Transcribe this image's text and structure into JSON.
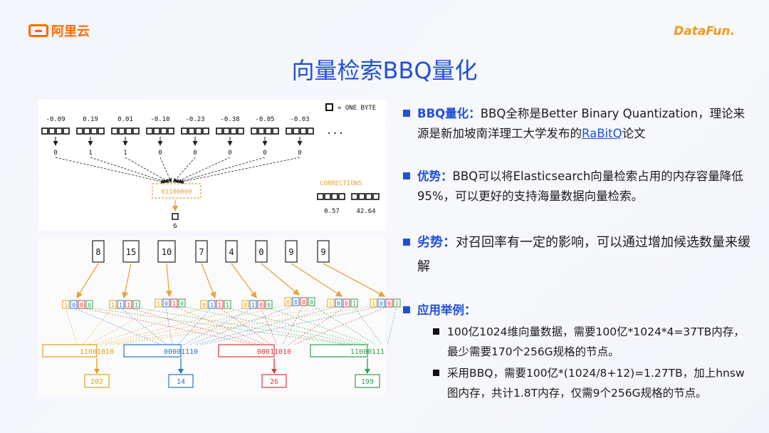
{
  "header": {
    "logo_left": "阿里云",
    "logo_right": "DataFun.",
    "title": "向量检索BBQ量化"
  },
  "diagram_top": {
    "legend": "= ONE BYTE",
    "values": [
      "-0.09",
      "0.19",
      "0.01",
      "-0.10",
      "-0.23",
      "-0.38",
      "-0.05",
      "-0.03"
    ],
    "bits": [
      "0",
      "1",
      "1",
      "0",
      "0",
      "0",
      "0",
      "0"
    ],
    "ellipsis": "...",
    "packed": "01100000",
    "packed_value": "6",
    "corrections_label": "CORRECTIONS",
    "corrections": [
      "0.57",
      "42.64"
    ]
  },
  "diagram_bottom": {
    "numbers": [
      "8",
      "15",
      "10",
      "7",
      "4",
      "0",
      "9",
      "9"
    ],
    "bit_groups": [
      "1000",
      "1111",
      "1010",
      "0111",
      "0100",
      "0000",
      "1001",
      "1001"
    ],
    "codes": [
      {
        "code": "11001010",
        "value": "202",
        "color": "#e3a017"
      },
      {
        "code": "00001110",
        "value": "14",
        "color": "#2a73c8"
      },
      {
        "code": "00011010",
        "value": "26",
        "color": "#d9383a"
      },
      {
        "code": "11000111",
        "value": "199",
        "color": "#2e9e4e"
      }
    ]
  },
  "bullets": {
    "b1_kw": "BBQ量化：",
    "b1_text1": "BBQ全称是Better Binary Quantization，理论来源是新加坡南洋理工大学发布的",
    "b1_link": "RaBitQ",
    "b1_text2": "论文",
    "b2_kw": "优势：",
    "b2_text": "BBQ可以将Elasticsearch向量检索占用的内存容量降低95%，可以更好的支持海量数据向量检索。",
    "b3_kw": "劣势：",
    "b3_text": "对召回率有一定的影响，可以通过增加候选数量来缓解",
    "b4_kw": "应用举例：",
    "sub1": "100亿1024维向量数据，需要100亿*1024*4=37TB内存，最少需要170个256G规格的节点。",
    "sub2": "采用BBQ，需要100亿*(1024/8+12)=1.27TB，加上hnsw图内存，共计1.8T内存，仅需9个256G规格的节点。"
  }
}
